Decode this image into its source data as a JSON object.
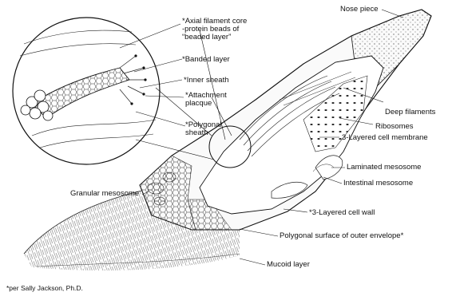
{
  "labels": {
    "nose_piece": "Nose piece",
    "axial_filament_lines": [
      "*Axial filament core",
      "-protein beads of",
      "“beaded layer”"
    ],
    "banded_layer": "*Banded layer",
    "inner_sheath": "*Inner sheath",
    "attachment_plaque_lines": [
      "*Attachment",
      "placque"
    ],
    "polygonal_sheath_lines": [
      "*Polygonal",
      "sheath"
    ],
    "deep_filaments": "Deep filaments",
    "ribosomes": "Ribosomes",
    "cell_membrane": "3-Layered cell membrane",
    "laminated_mesosome": "Laminated mesosome",
    "intestinal_mesosome": "Intestinal mesosome",
    "granular_mesosome": "Granular mesosome",
    "cell_wall": "*3-Layered cell wall",
    "polygonal_surface": "Polygonal surface of outer envelope*",
    "mucoid_layer": "Mucoid layer",
    "footnote": "*per Sally Jackson, Ph.D."
  }
}
